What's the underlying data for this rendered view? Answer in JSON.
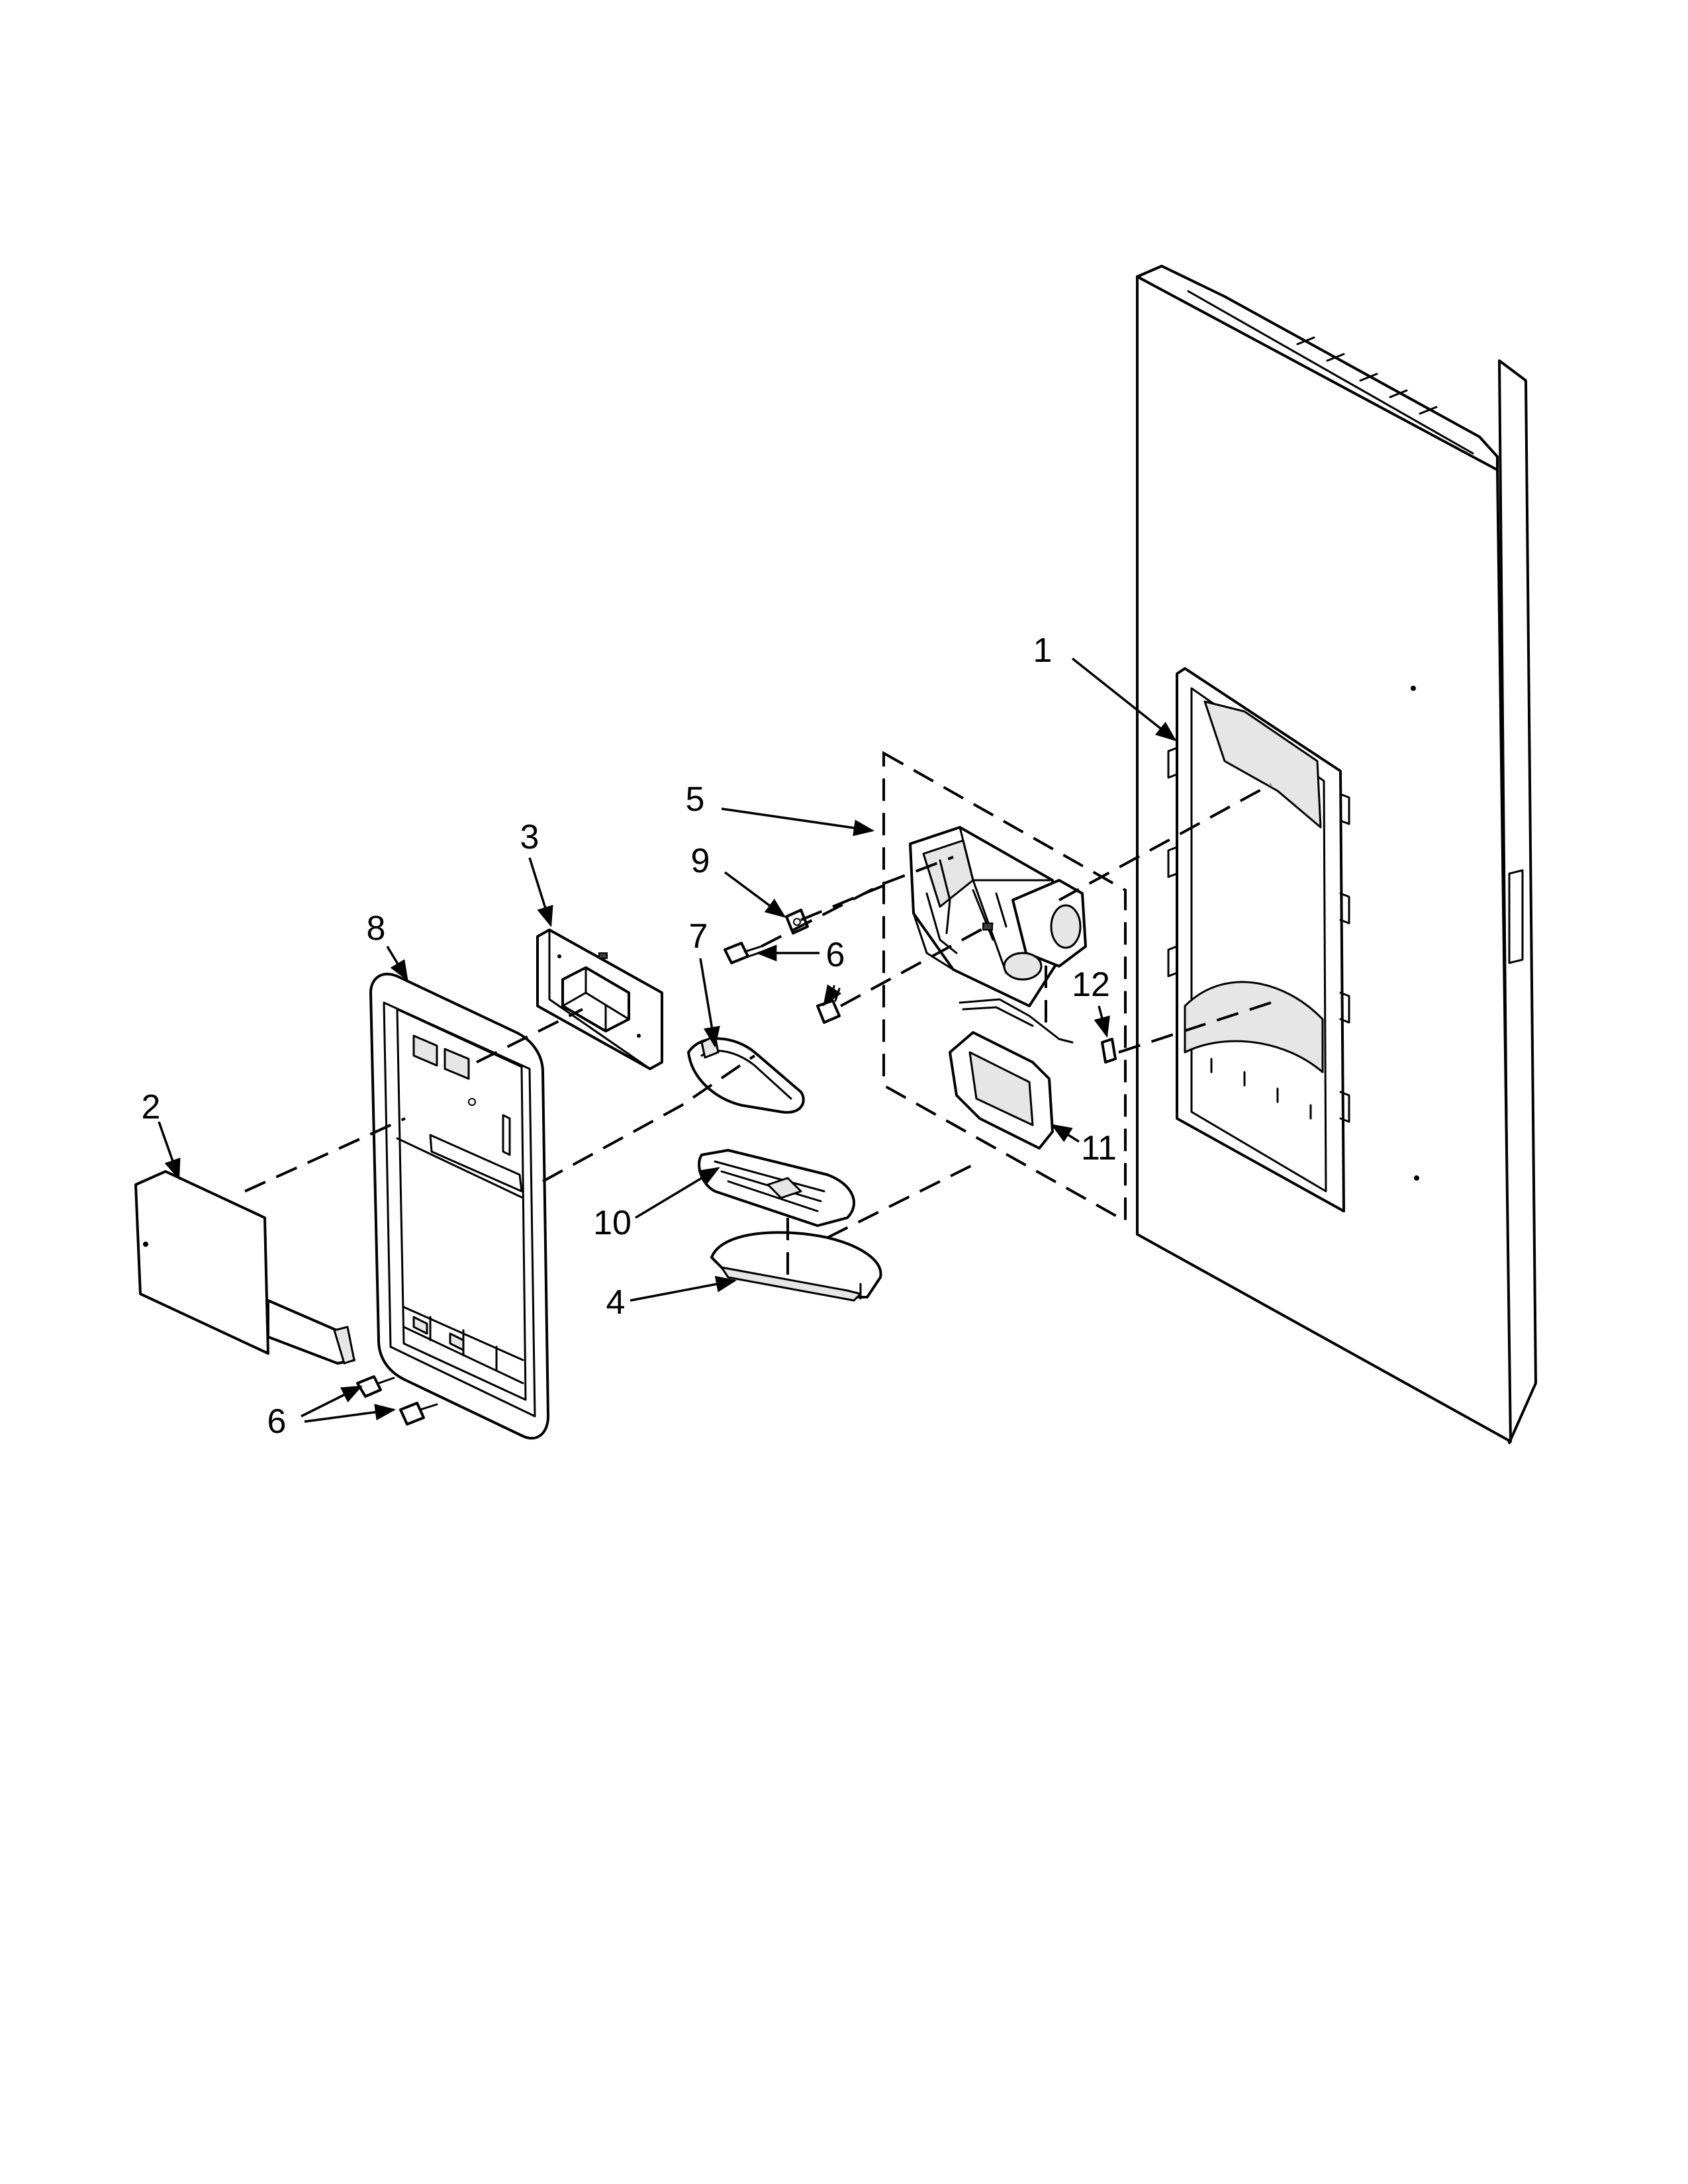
{
  "callouts": [
    {
      "id": "1",
      "label": "1"
    },
    {
      "id": "2",
      "label": "2"
    },
    {
      "id": "3",
      "label": "3"
    },
    {
      "id": "4",
      "label": "4"
    },
    {
      "id": "5",
      "label": "5"
    },
    {
      "id": "6a",
      "label": "6"
    },
    {
      "id": "6b",
      "label": "6"
    },
    {
      "id": "6c",
      "label": "6"
    },
    {
      "id": "7",
      "label": "7"
    },
    {
      "id": "8",
      "label": "8"
    },
    {
      "id": "9",
      "label": "9"
    },
    {
      "id": "10",
      "label": "10"
    },
    {
      "id": "11",
      "label": "11"
    },
    {
      "id": "12",
      "label": "12"
    }
  ]
}
